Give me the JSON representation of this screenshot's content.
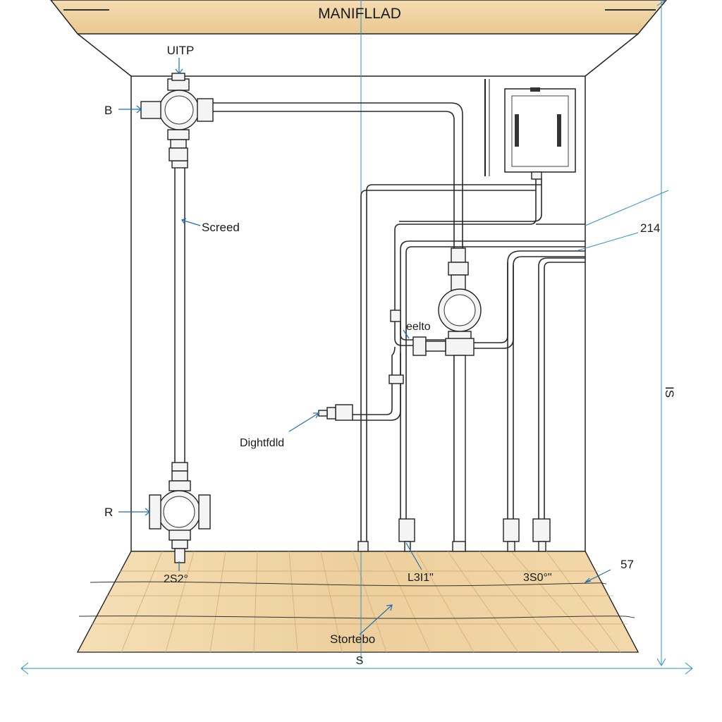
{
  "diagram": {
    "title": "MANIFLLAD",
    "labels": {
      "top_valve": "UITP",
      "left_top": "B",
      "screed": "Screed",
      "left_bottom": "R",
      "manifold_mid": "eelto",
      "side_fitting": "Dightfdld",
      "dim_214": "214",
      "dim_right_vertical": "IS",
      "dim_57": "57",
      "floor_left": "2S2°",
      "floor_mid": "L3I1\"",
      "floor_right": "3S0°\"",
      "floor_caption": "Stortebo",
      "bottom_dim": "S"
    },
    "colors": {
      "dimension_line": "#2f8fd0",
      "leader": "#1f6fb0",
      "wood_light": "#f3d9ad",
      "wood_dark": "#e2bb82",
      "line": "#222222"
    }
  }
}
